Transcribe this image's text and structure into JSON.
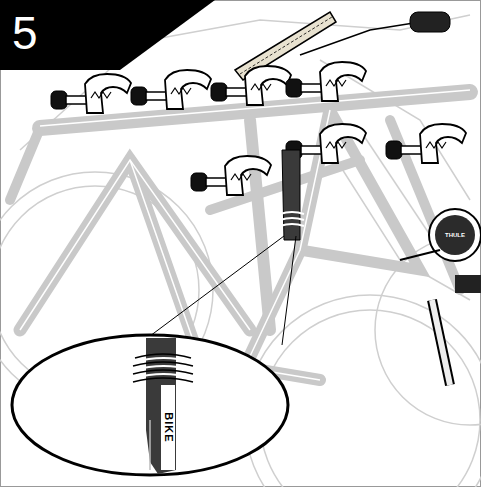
{
  "diagram": {
    "labels": [
      "5",
      "THULE",
      "BIKE"
    ]
  }
}
